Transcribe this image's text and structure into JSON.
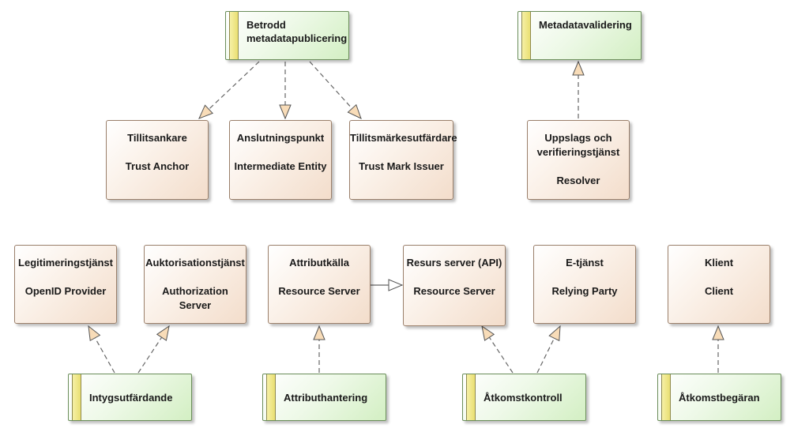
{
  "functions": {
    "betrodd": "Betrodd metadatapublicering",
    "metadatavalidering": "Metadatavalidering",
    "intygsutfardande": "Intygsutfärdande",
    "attributhantering": "Attributhantering",
    "atkomstkontroll": "Åtkomstkontroll",
    "atkomstbegaran": "Åtkomstbegäran"
  },
  "entities": {
    "tillitsankare": {
      "sv": "Tillitsankare",
      "en": "Trust Anchor"
    },
    "anslutningspunkt": {
      "sv": "Anslutningspunkt",
      "en": "Intermediate Entity"
    },
    "tillitsmarke": {
      "sv": "Tillitsmärkesutfärdare",
      "en": "Trust Mark Issuer"
    },
    "uppslags": {
      "sv1": "Uppslags och",
      "sv2": "verifieringstjänst",
      "en": "Resolver"
    },
    "legitimering": {
      "sv": "Legitimeringstjänst",
      "en": "OpenID Provider"
    },
    "auktorisation": {
      "sv": "Auktorisationstjänst",
      "en1": "Authorization",
      "en2": "Server"
    },
    "attributkalla": {
      "sv": "Attributkälla",
      "en": "Resource Server"
    },
    "resurs": {
      "sv": "Resurs server (API)",
      "en": "Resource Server"
    },
    "etjanst": {
      "sv": "E-tjänst",
      "en": "Relying Party"
    },
    "klient": {
      "sv": "Klient",
      "en": "Client"
    }
  }
}
